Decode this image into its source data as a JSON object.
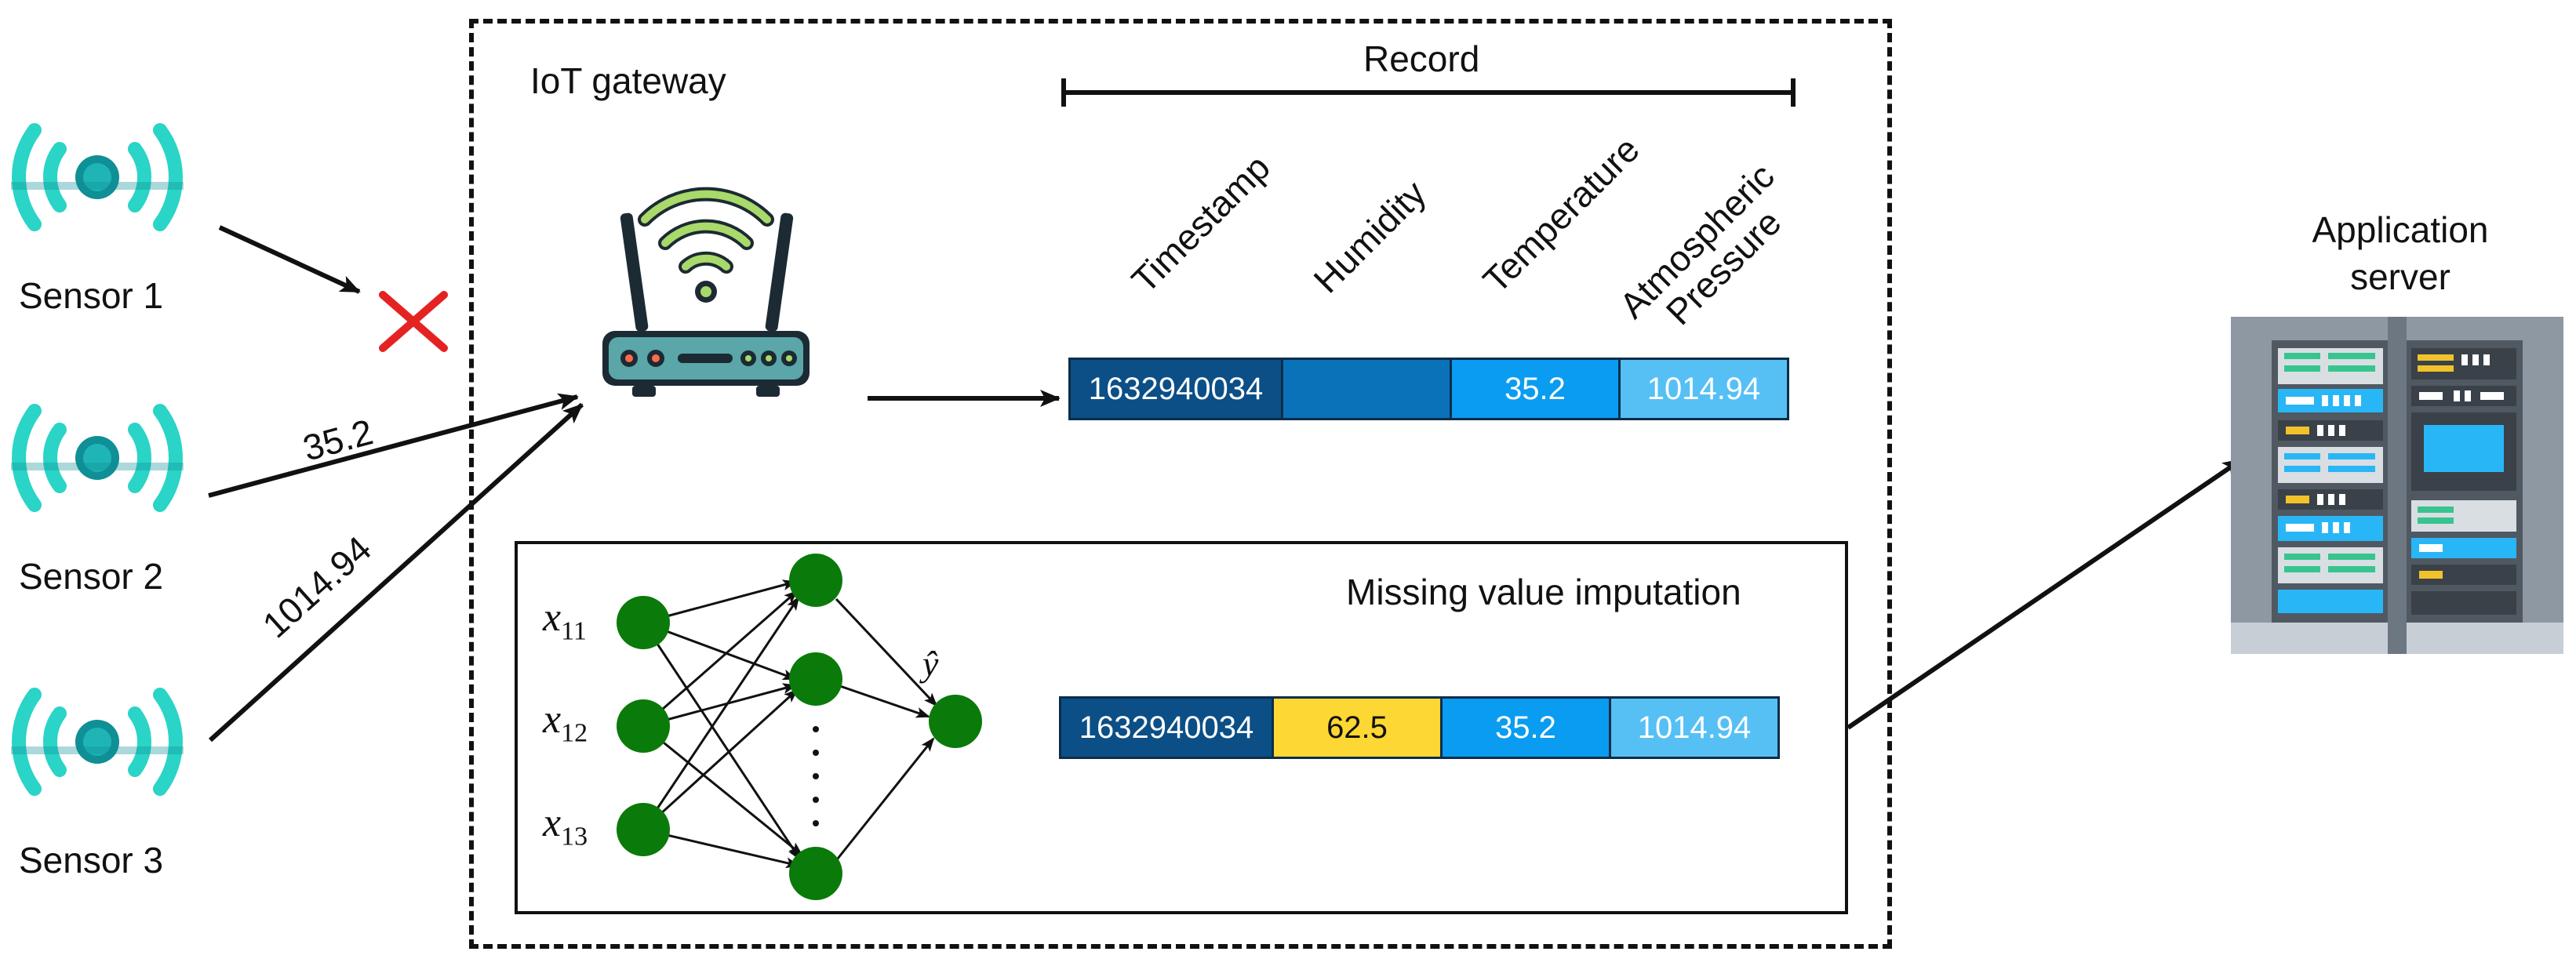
{
  "sensors": [
    {
      "label": "Sensor 1"
    },
    {
      "label": "Sensor 2"
    },
    {
      "label": "Sensor 3"
    }
  ],
  "edges": {
    "sensor2_value": "35.2",
    "sensor3_value": "1014.94"
  },
  "gateway": {
    "title": "IoT gateway",
    "record_label": "Record",
    "columns": [
      "Timestamp",
      "Humidity",
      "Temperature",
      "Atmospheric Pressure"
    ],
    "record_values": [
      "1632940034",
      "",
      "35.2",
      "1014.94"
    ]
  },
  "imputation": {
    "title": "Missing value imputation",
    "inputs": [
      "x",
      "x",
      "x"
    ],
    "input_subscripts": [
      "11",
      "12",
      "13"
    ],
    "output": "ŷ",
    "record_values": [
      "1632940034",
      "62.5",
      "35.2",
      "1014.94"
    ]
  },
  "server": {
    "label_line1": "Application",
    "label_line2": "server"
  },
  "colors": {
    "sensor_teal": "#2ad4c6",
    "sensor_dark": "#0f8f96",
    "failure_red": "#e52222",
    "ts_blue": "#0b4f86",
    "humidity_blue": "#0a72b8",
    "temp_blue": "#0a9cf0",
    "pressure_blue": "#56c0f5",
    "imputed_yellow": "#fdd733",
    "nn_green": "#0a7a0a"
  },
  "icons": [
    "wifi-sensor-icon",
    "router-icon",
    "server-rack-icon",
    "failure-x-icon"
  ]
}
